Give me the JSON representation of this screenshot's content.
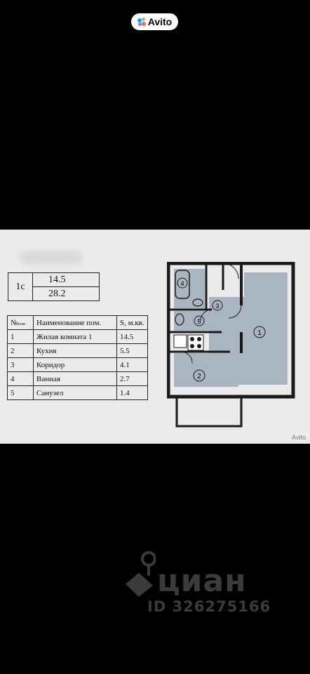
{
  "badge": {
    "brand": "Avito"
  },
  "summary": {
    "label": "1c",
    "living_area": "14.5",
    "total_area": "28.2"
  },
  "rooms_table": {
    "headers": {
      "num": "№",
      "num_sub": "пом.",
      "name": "Наименование пом.",
      "area": "S, м.кв."
    },
    "rows": [
      {
        "num": "1",
        "name": "Жилая комната 1",
        "area": "14.5"
      },
      {
        "num": "2",
        "name": "Кухня",
        "area": "5.5"
      },
      {
        "num": "3",
        "name": "Коридор",
        "area": "4.1"
      },
      {
        "num": "4",
        "name": "Ванная",
        "area": "2.7"
      },
      {
        "num": "5",
        "name": "Санузел",
        "area": "1.4"
      }
    ]
  },
  "plan": {
    "room_labels": [
      "1",
      "2",
      "3",
      "4",
      "5"
    ],
    "room_fill": "#a9b6c2",
    "wall_color": "#1a1a1a"
  },
  "photo_watermark": "Avito",
  "watermark": {
    "brand": "циан",
    "id_text": "ID 326275166"
  }
}
